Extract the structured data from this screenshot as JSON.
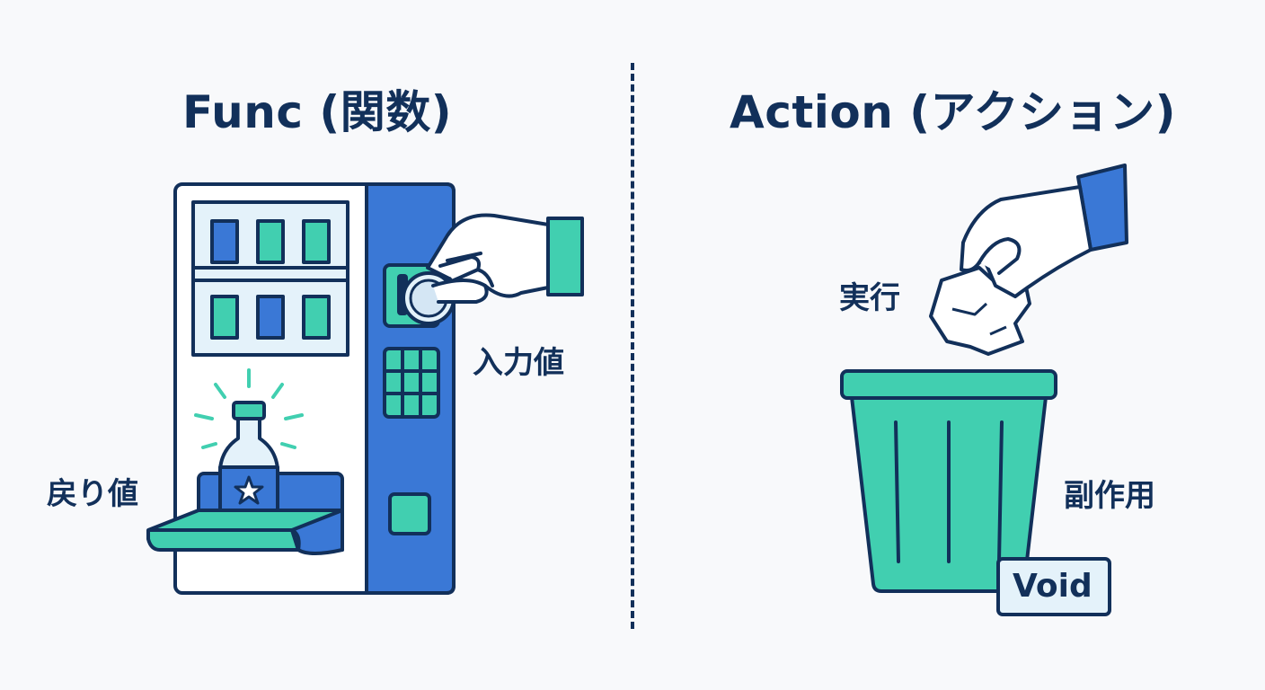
{
  "func": {
    "title": "Func (関数)",
    "input_label": "入力値",
    "return_label": "戻り値"
  },
  "action": {
    "title": "Action (アクション)",
    "execute_label": "実行",
    "side_effect_label": "副作用",
    "void_label": "Void"
  },
  "colors": {
    "outline": "#12305a",
    "blue": "#3a78d6",
    "green": "#41cfb0",
    "light": "#e4f2fa",
    "background": "#f8f9fb"
  }
}
